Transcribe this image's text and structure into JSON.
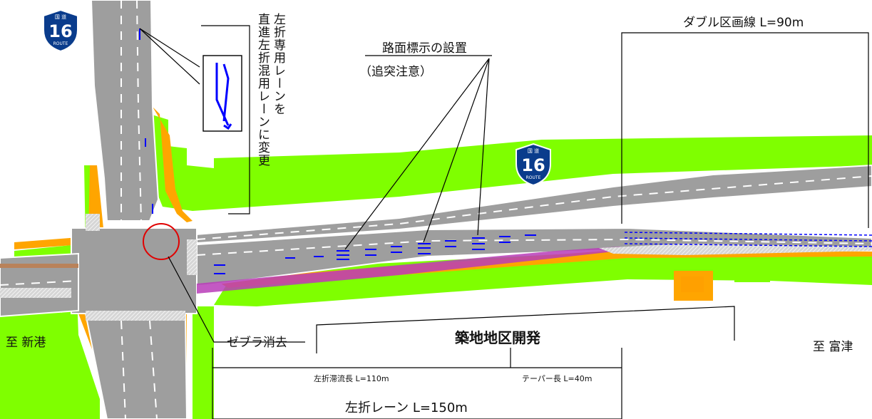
{
  "route_shield": {
    "top_text": "国 道",
    "number": "16",
    "bottom_text": "ROUTE"
  },
  "labels": {
    "double_line": "ダブル区画線 L=90m",
    "road_marking_title": "路面標示の設置",
    "road_marking_sub": "（追突注意）",
    "lane_change_col1": "左折専用レーンを",
    "lane_change_col2": "直進左折混用レーンに変更",
    "zebra_removal": "ゼブラ消去",
    "development": "築地地区開発",
    "to_shinko": "至 新港",
    "to_futtsu": "至 富津",
    "left_turn_queue": "左折滞流長 L=110m",
    "taper_length": "テーパー長 L=40m",
    "left_turn_lane": "左折レーン L=150m"
  },
  "colors": {
    "green_verge": "#7fff00",
    "orange_shoulder": "#ffa500",
    "road_gray": "#9e9e9e",
    "lane_marking_blue": "#0000ff",
    "left_turn_lane_magenta": "#b83cb8",
    "zebra_circle_red": "#e00000",
    "shield_blue": "#0a3c8c"
  }
}
